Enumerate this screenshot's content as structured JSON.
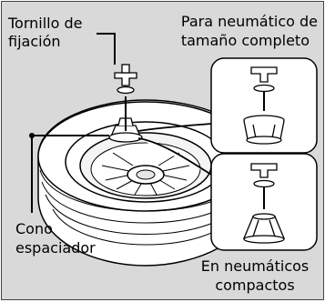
{
  "labels": {
    "bolt_line1": "Tornillo de",
    "bolt_line2": "fijación",
    "full_line1": "Para neumático de",
    "full_line2": "tamaño completo",
    "cone_line1": "Cono",
    "cone_line2": "espaciador",
    "compact_line1": "En neumáticos",
    "compact_line2": "compactos"
  }
}
